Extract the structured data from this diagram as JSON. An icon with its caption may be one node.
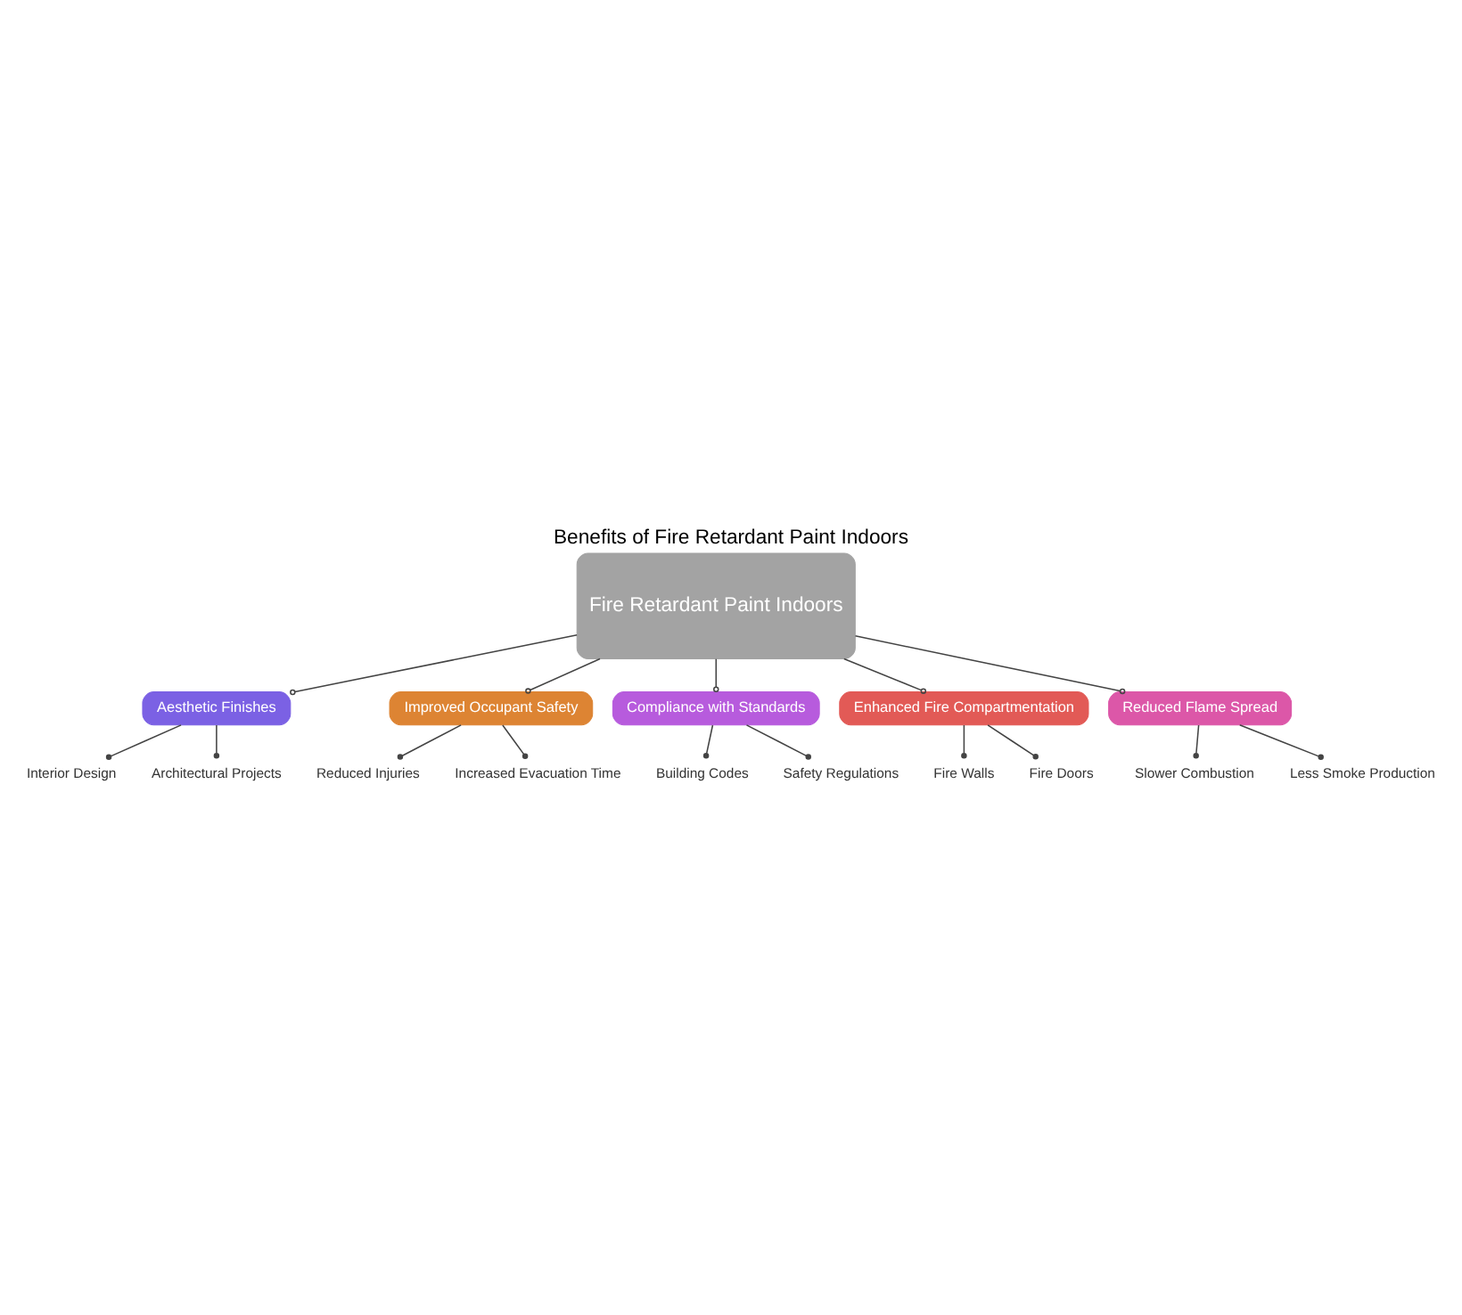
{
  "diagram": {
    "title": "Benefits of Fire Retardant Paint Indoors",
    "nodes": [
      {
        "text": [
          "Fire Retardant Paint Indoors"
        ]
      },
      {
        "text": [
          "Aesthetic Finishes"
        ]
      },
      {
        "text": [
          "Interior Design"
        ]
      },
      {
        "text": [
          "Architectural Projects"
        ]
      },
      {
        "text": [
          "Improved Occupant Safety"
        ]
      },
      {
        "text": [
          "Reduced Injuries"
        ]
      },
      {
        "text": [
          "Increased Evacuation Time"
        ]
      },
      {
        "text": [
          "Compliance with Standards"
        ]
      },
      {
        "text": [
          "Building Codes"
        ]
      },
      {
        "text": [
          "Safety Regulations"
        ]
      },
      {
        "text": [
          "Enhanced Fire Compartmentation"
        ]
      },
      {
        "text": [
          "Fire Walls"
        ]
      },
      {
        "text": [
          "Fire Doors"
        ]
      },
      {
        "text": [
          "Reduced Flame Spread"
        ]
      },
      {
        "text": [
          "Slower Combustion"
        ]
      },
      {
        "text": [
          "Less Smoke Production"
        ]
      }
    ],
    "edges": [
      {
        "from": 0,
        "to": 1,
        "arrow": "other"
      },
      {
        "from": 1,
        "to": 2,
        "arrow": "other"
      },
      {
        "from": 1,
        "to": 3,
        "arrow": "other"
      },
      {
        "from": 0,
        "to": 4,
        "arrow": "other"
      },
      {
        "from": 4,
        "to": 5,
        "arrow": "other"
      },
      {
        "from": 4,
        "to": 6,
        "arrow": "other"
      },
      {
        "from": 0,
        "to": 7,
        "arrow": "other"
      },
      {
        "from": 7,
        "to": 8,
        "arrow": "other"
      },
      {
        "from": 7,
        "to": 9,
        "arrow": "other"
      },
      {
        "from": 0,
        "to": 10,
        "arrow": "other"
      },
      {
        "from": 10,
        "to": 11,
        "arrow": "other"
      },
      {
        "from": 10,
        "to": 12,
        "arrow": "other"
      },
      {
        "from": 0,
        "to": 13,
        "arrow": "other"
      },
      {
        "from": 13,
        "to": 14,
        "arrow": "other"
      },
      {
        "from": 13,
        "to": 15,
        "arrow": "other"
      }
    ]
  }
}
